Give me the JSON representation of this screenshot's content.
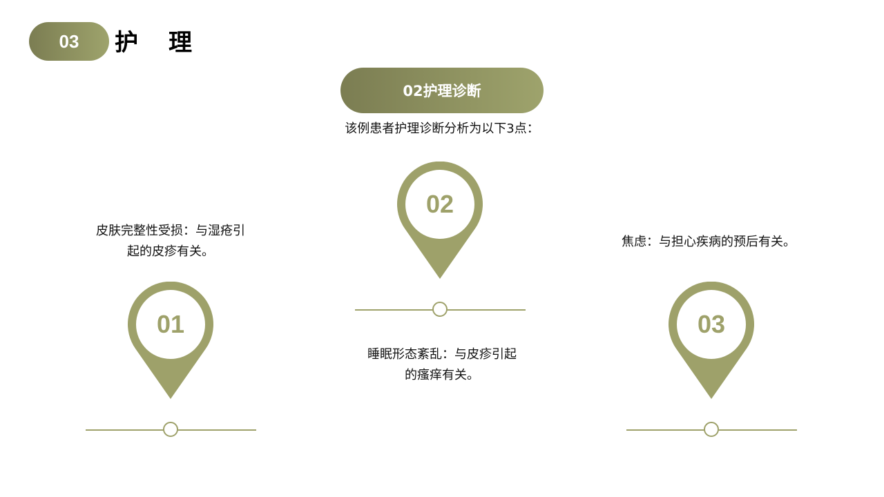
{
  "header": {
    "section_number": "03",
    "section_title": "护理"
  },
  "diagnosis": {
    "pill_label": "02护理诊断",
    "intro": "该例患者护理诊断分析为以下3点："
  },
  "items": [
    {
      "number": "01",
      "text_line1": "皮肤完整性受损：与湿疮引",
      "text_line2": "起的皮疹有关。"
    },
    {
      "number": "02",
      "text_line1": "睡眠形态紊乱：与皮疹引起",
      "text_line2": "的瘙痒有关。"
    },
    {
      "number": "03",
      "text_line1": "焦虑：与担心疾病的预后有关。",
      "text_line2": ""
    }
  ],
  "colors": {
    "accent": "#9ea16a",
    "gradient_start": "#7b7d52",
    "gradient_end": "#9ea36c"
  }
}
